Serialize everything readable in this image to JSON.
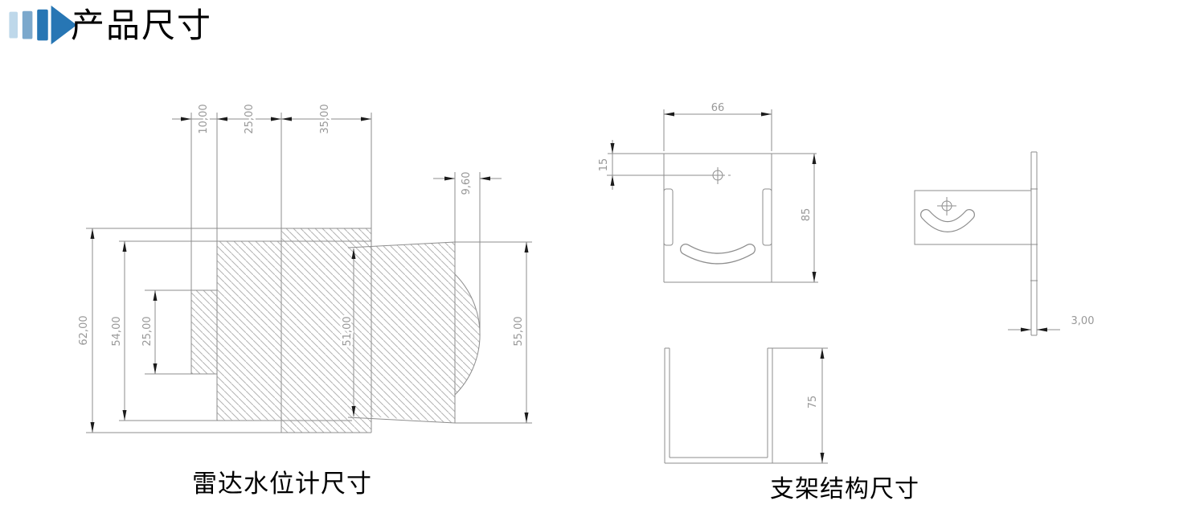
{
  "title": "产品尺寸",
  "left_drawing": {
    "caption": "雷达水位计尺寸",
    "dims": {
      "top_step": "10,00",
      "top_flange": "25,00",
      "top_body": "35,00",
      "lens_width": "9,60",
      "height_total": "62,00",
      "height_flange": "54,00",
      "height_step": "25,00",
      "height_throat": "51,00",
      "height_horn": "55,00"
    }
  },
  "right_drawing": {
    "caption": "支架结构尺寸",
    "dims": {
      "width": "66",
      "hole_offset": "15",
      "height": "85",
      "depth": "75",
      "thickness": "3,00"
    }
  },
  "colors": {
    "accent_light": "#bed8ea",
    "accent_mid": "#7ba8cc",
    "accent_dark": "#2776b4",
    "line": "#8e8e8e",
    "hatch": "#b3b3b3",
    "dim_text": "#989898",
    "arrow": "#1c1c1c",
    "text": "#000000"
  }
}
